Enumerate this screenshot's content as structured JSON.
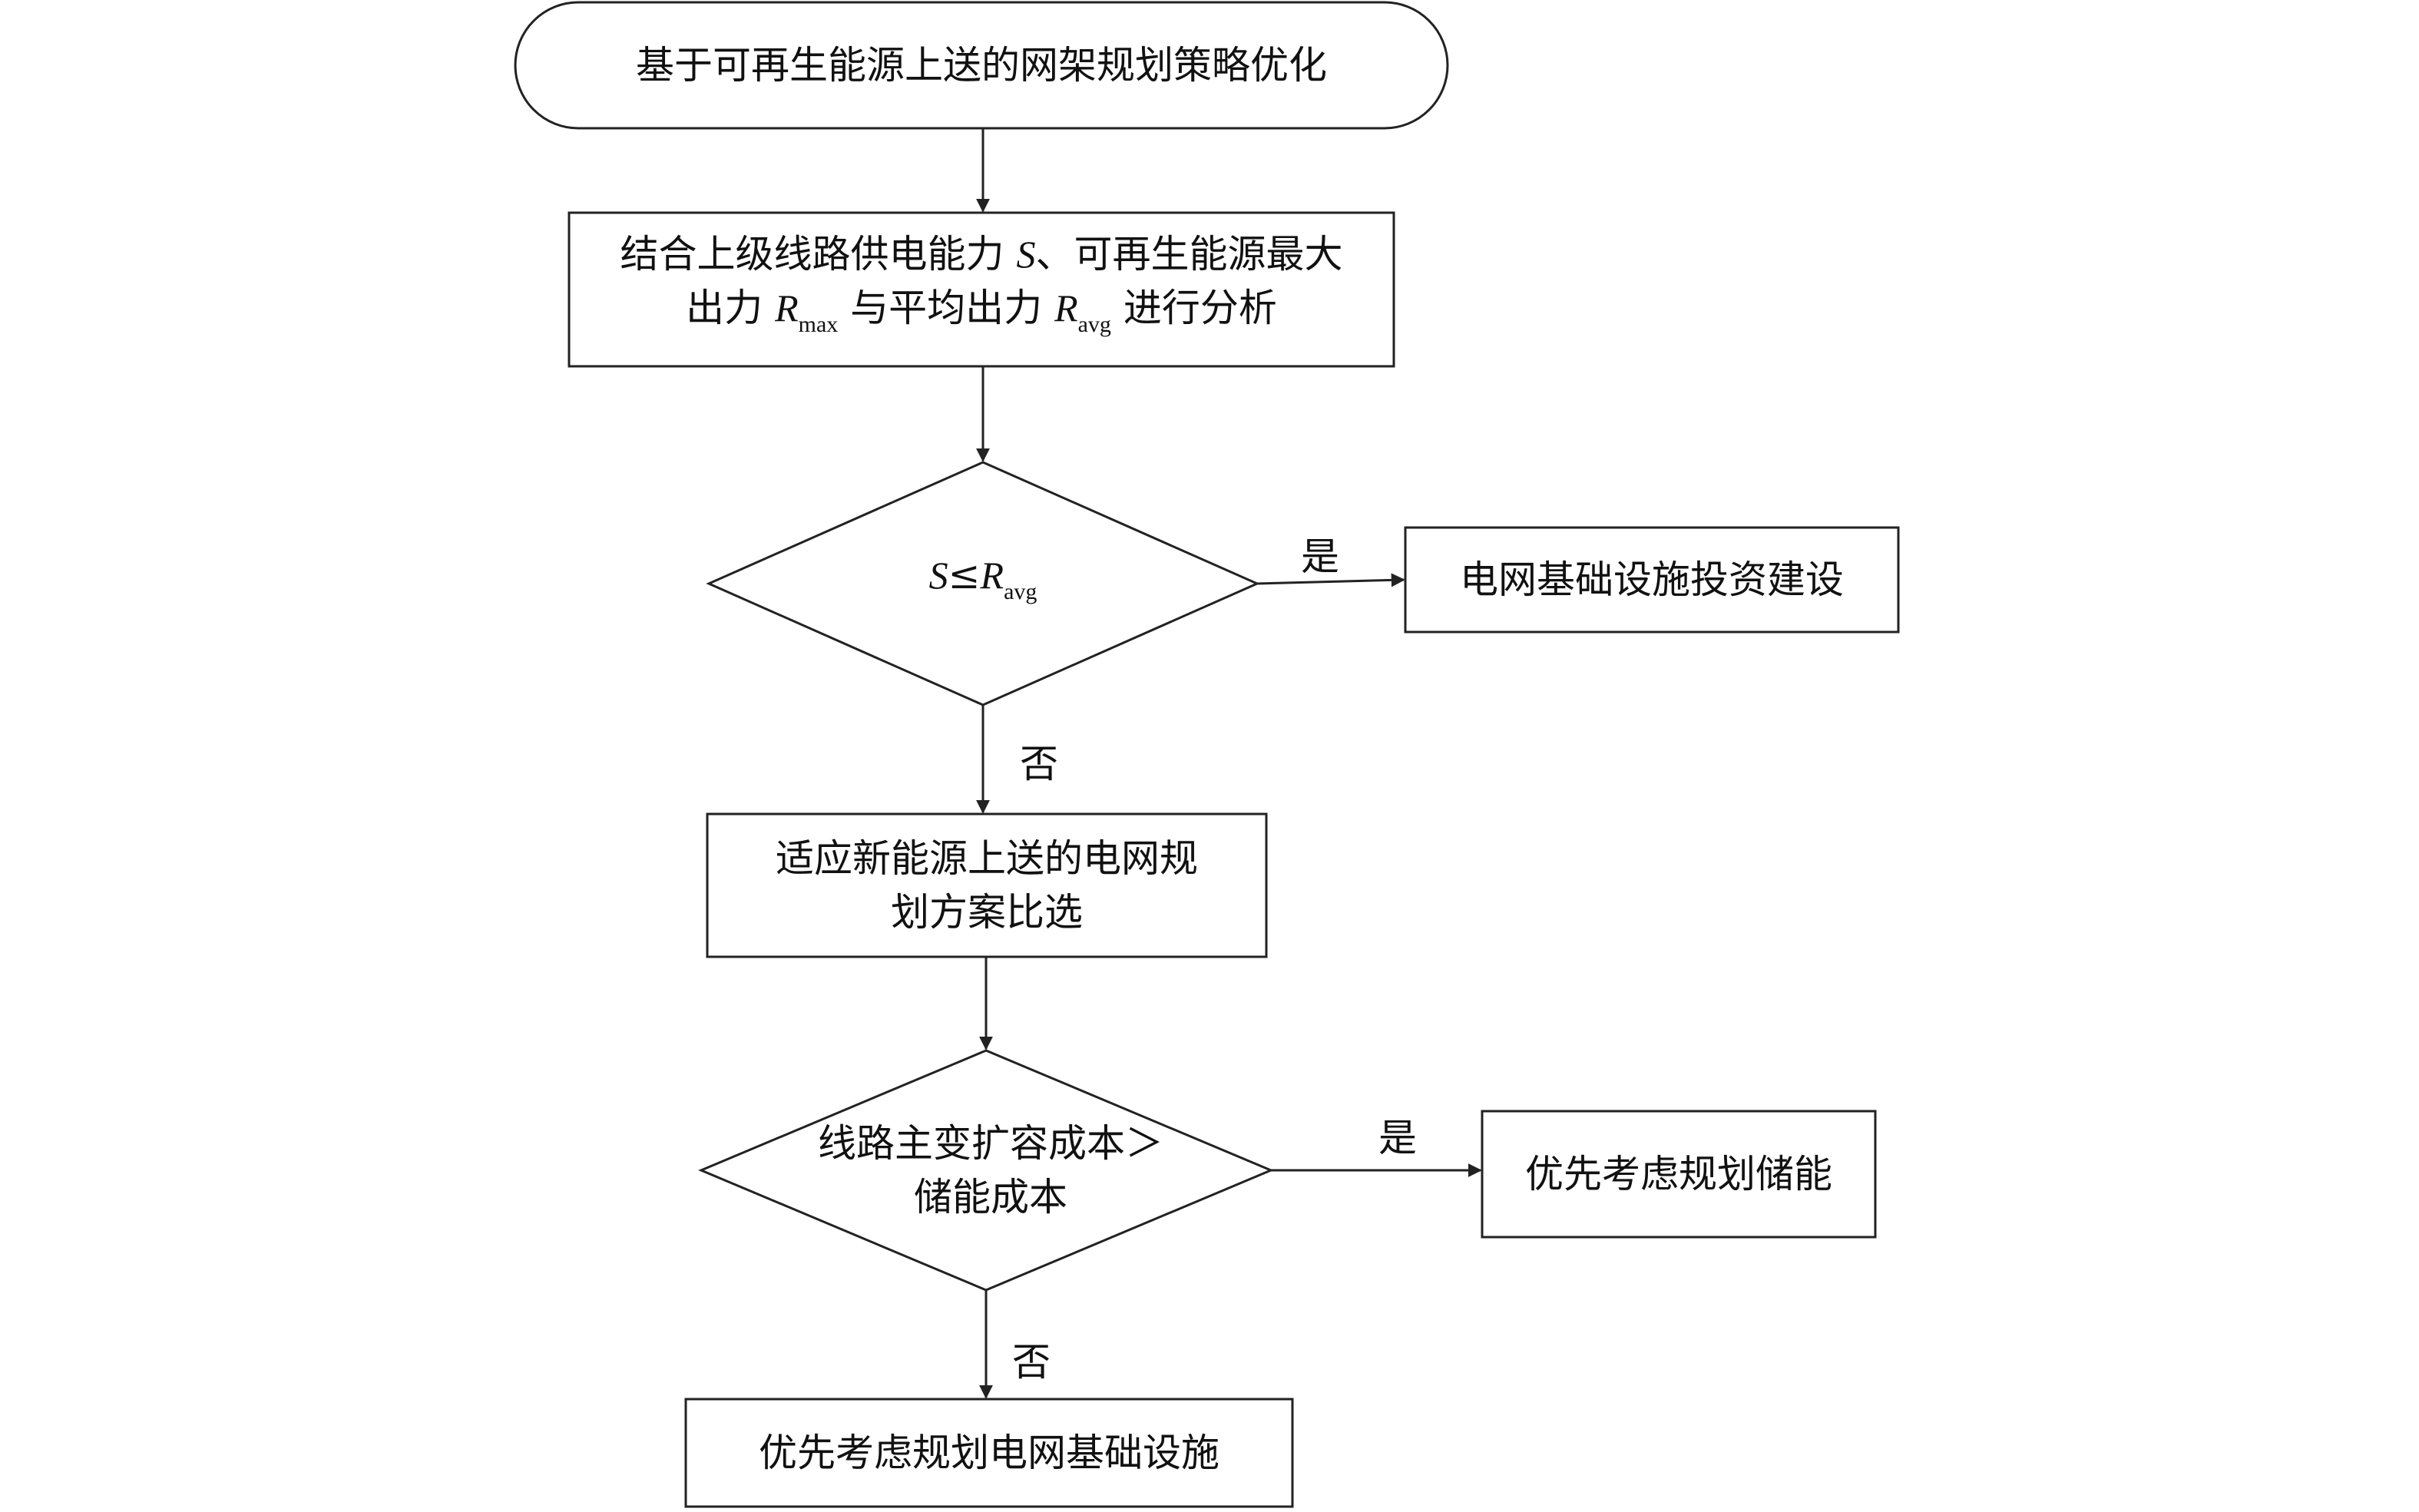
{
  "nodes": {
    "start": {
      "text": "基于可再生能源上送的网架规划策略优化"
    },
    "analyze": {
      "line1_pre": "结合上级线路供电能力 ",
      "line1_var": "S",
      "line1_post": "、可再生能源最大",
      "line2_pre": "出力 ",
      "line2_var1": "R",
      "line2_sub1": "max",
      "line2_mid": " 与平均出力 ",
      "line2_var2": "R",
      "line2_sub2": "avg",
      "line2_post": " 进行分析"
    },
    "decision1": {
      "var_s": "S",
      "op": "≤",
      "var_r": "R",
      "sub": "avg"
    },
    "infra_invest": {
      "text": "电网基础设施投资建设"
    },
    "scheme_compare": {
      "line1": "适应新能源上送的电网规",
      "line2": "划方案比选"
    },
    "decision2": {
      "line1": "线路主变扩容成本＞",
      "line2": "储能成本"
    },
    "storage_priority": {
      "text": "优先考虑规划储能"
    },
    "infra_priority": {
      "text": "优先考虑规划电网基础设施"
    }
  },
  "edges": {
    "yes1": "是",
    "no1": "否",
    "yes2": "是",
    "no2": "否"
  }
}
